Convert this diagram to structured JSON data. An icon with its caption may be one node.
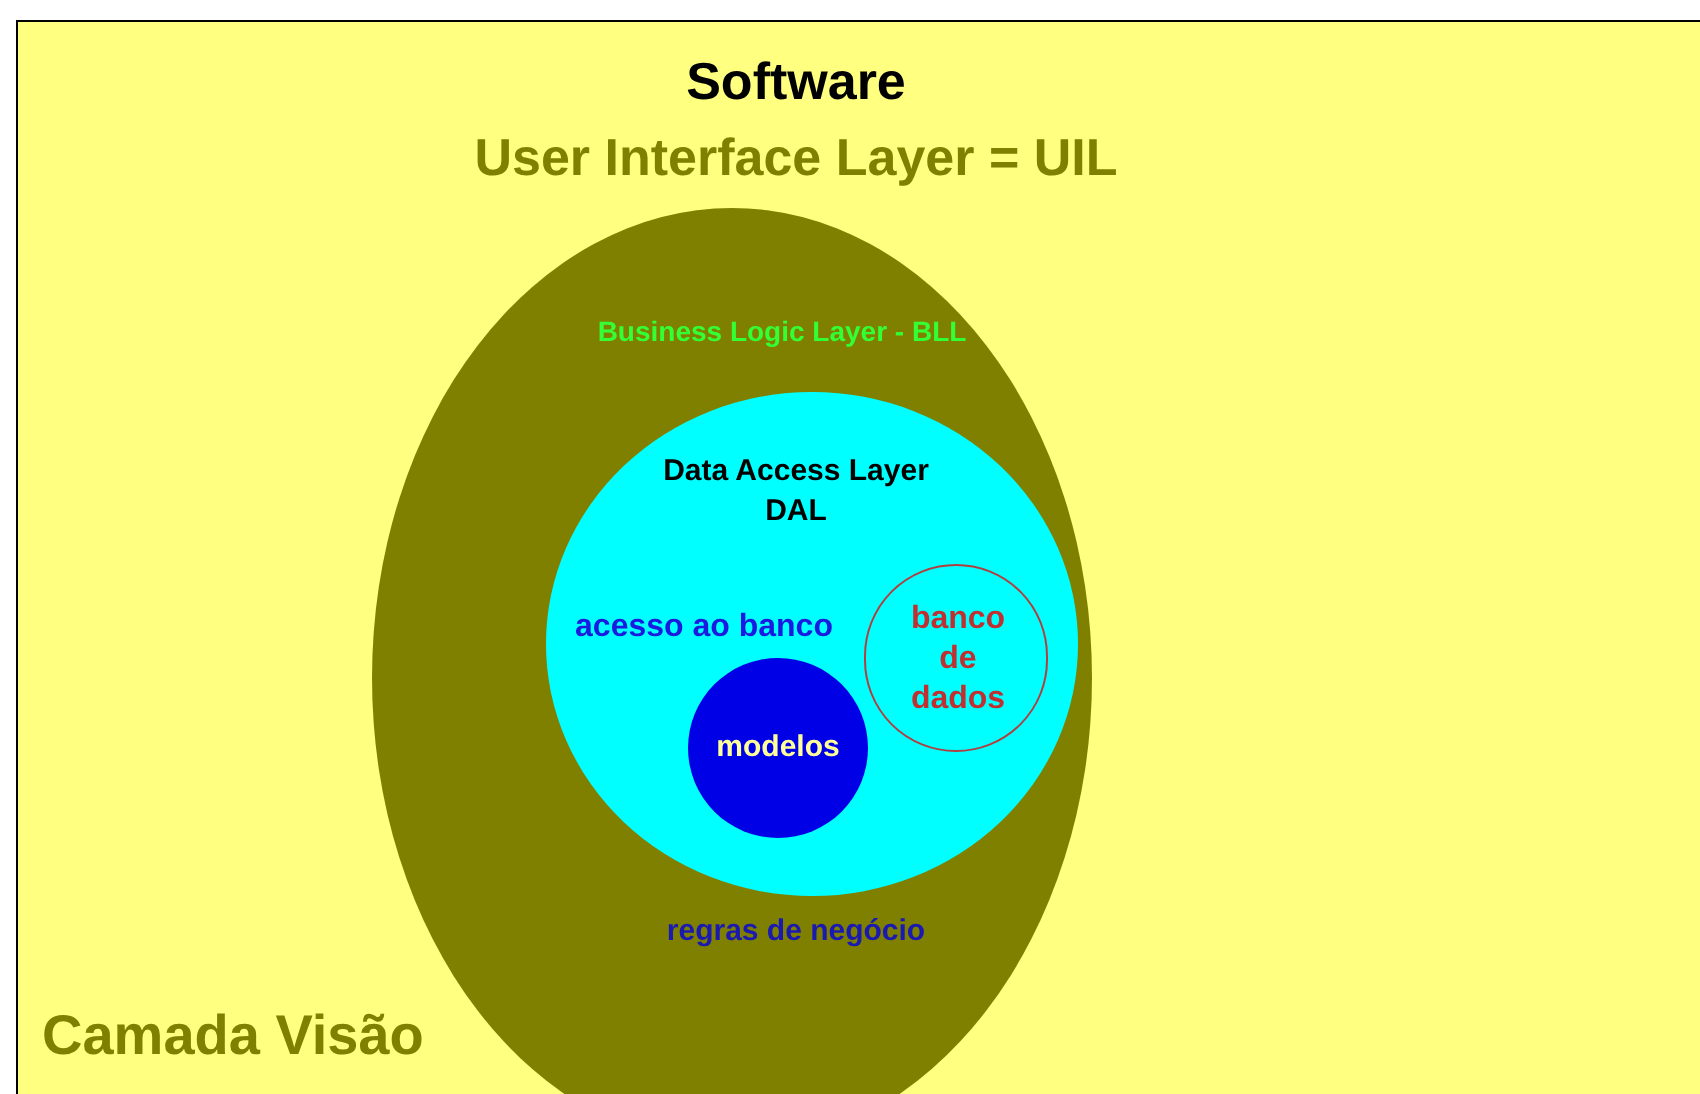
{
  "diagram": {
    "nodes": [
      {
        "text": [
          "Software",
          "User Interface Layer = UIL",
          "Camada Visão"
        ]
      },
      {
        "text": [
          "Business Logic Layer - BLL",
          "regras de negócio"
        ],
        "in": 0
      },
      {
        "text": [
          "Data Access Layer DAL",
          "acesso ao banco"
        ],
        "in": 1
      },
      {
        "text": [
          "modelos"
        ],
        "in": 2
      },
      {
        "text": [
          "banco de dados"
        ],
        "in": 2
      }
    ]
  }
}
